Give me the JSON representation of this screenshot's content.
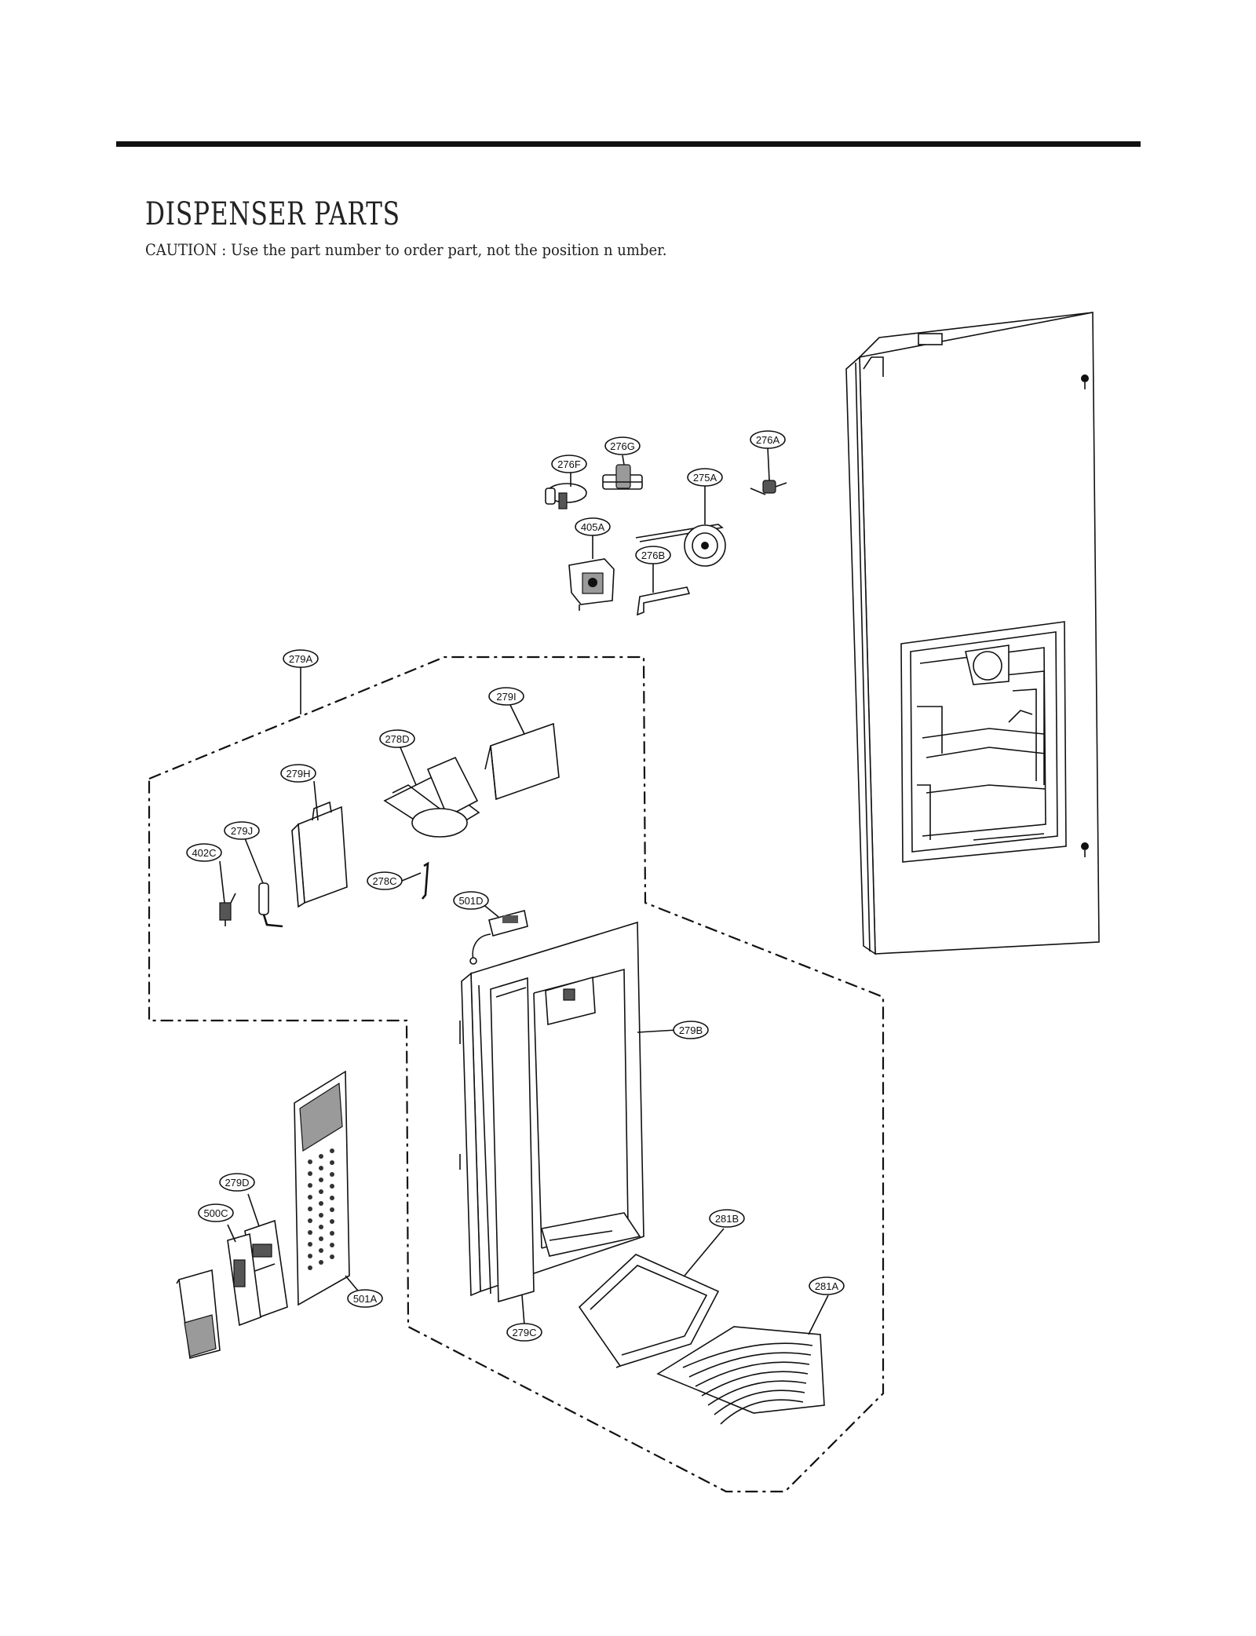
{
  "page": {
    "title": "DISPENSER PARTS",
    "caution": "CAUTION : Use the part number to order part, not the position n umber."
  },
  "callouts": {
    "c276A": "276A",
    "c276G": "276G",
    "c276F": "276F",
    "c275A": "275A",
    "c405A": "405A",
    "c276B": "276B",
    "c279A": "279A",
    "c279I": "279I",
    "c278D": "278D",
    "c279H": "279H",
    "c279J": "279J",
    "c402C": "402C",
    "c278C": "278C",
    "c501D": "501D",
    "c279B": "279B",
    "c279D": "279D",
    "c500C": "500C",
    "c501A": "501A",
    "c281B": "281B",
    "c281A": "281A",
    "c279C": "279C"
  }
}
